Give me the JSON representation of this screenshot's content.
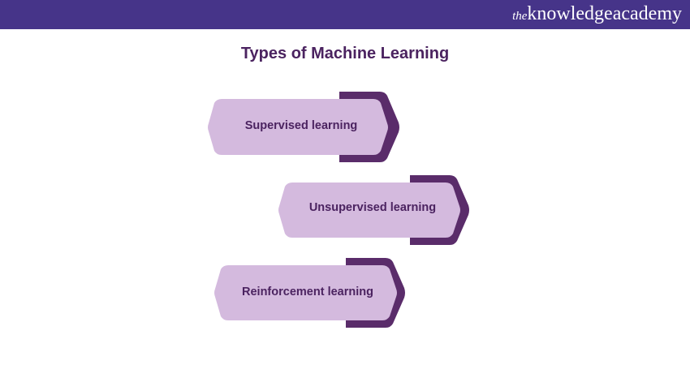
{
  "header": {
    "brand_the": "the",
    "brand_name": "knowledgeacademy",
    "background": "#463489"
  },
  "title": "Types of Machine Learning",
  "colors": {
    "light_fill": "#d4bade",
    "dark_fill": "#5a2c6a",
    "text": "#4b2360"
  },
  "items": [
    {
      "label": "Supervised learning"
    },
    {
      "label": "Unsupervised learning"
    },
    {
      "label": "Reinforcement learning"
    }
  ]
}
